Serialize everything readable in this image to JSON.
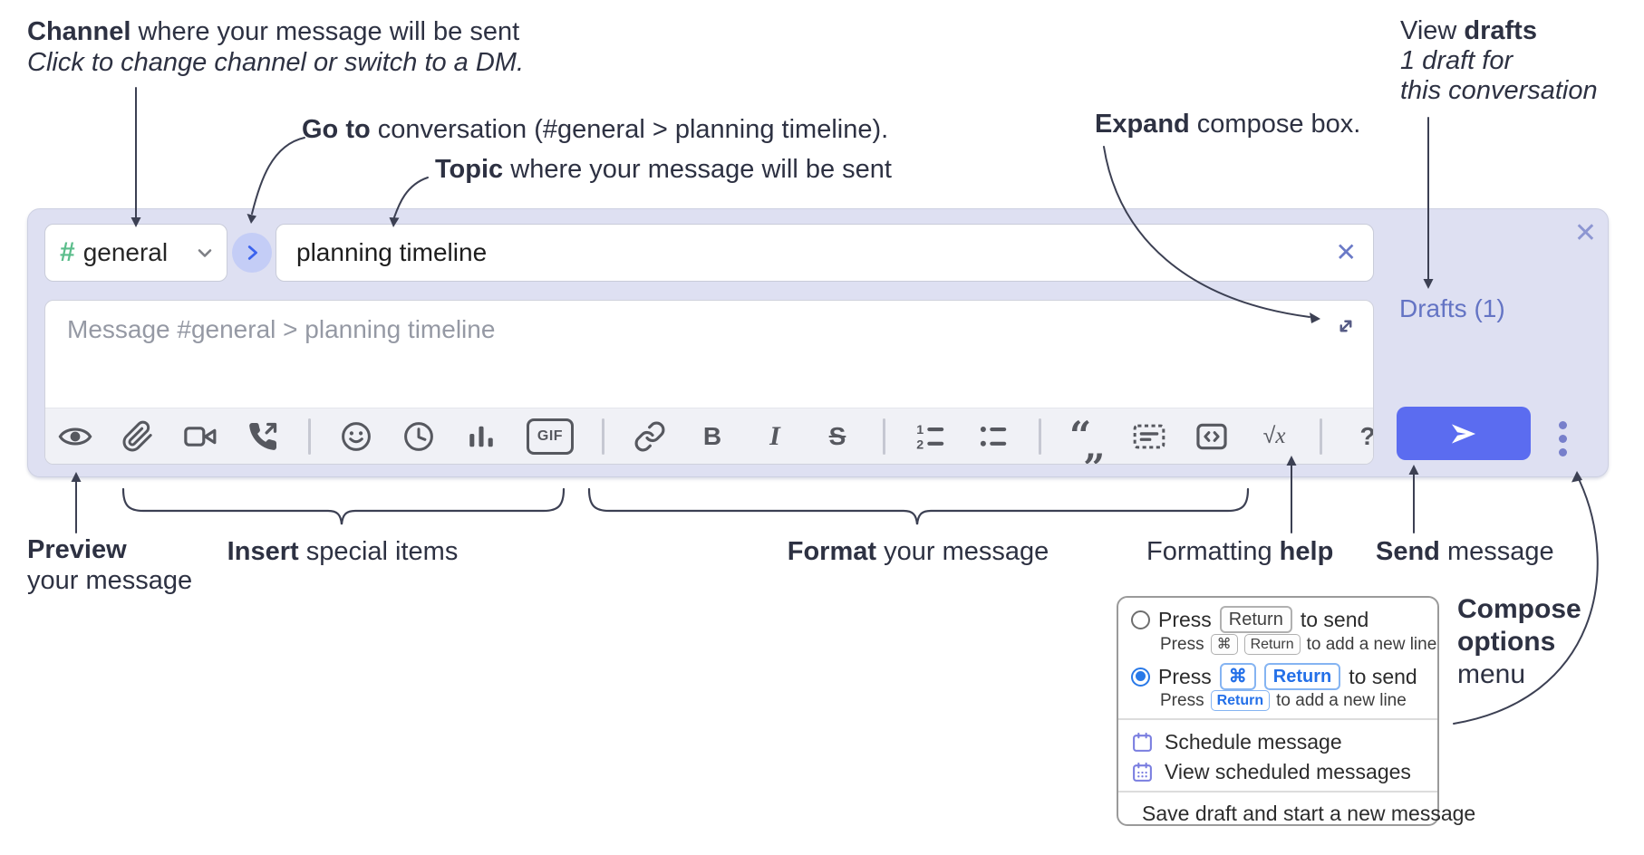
{
  "annotations": {
    "channel": {
      "bold": "Channel",
      "rest": " where your message will be sent",
      "sub": "Click to change channel or switch to a DM."
    },
    "goto": {
      "bold": "Go to",
      "rest": " conversation (#general > planning timeline)."
    },
    "topic": {
      "bold": "Topic",
      "rest": " where your message will be sent"
    },
    "expand": {
      "bold": "Expand",
      "rest": " compose box."
    },
    "drafts": {
      "pre": "View ",
      "bold": "drafts",
      "line2": "1 draft for",
      "line3": "this conversation"
    },
    "preview": {
      "bold": "Preview",
      "line2": "your message"
    },
    "insert": {
      "bold": "Insert",
      "rest": " special items"
    },
    "format": {
      "bold": "Format",
      "rest": " your message"
    },
    "help": {
      "pre": "Formatting ",
      "bold": "help"
    },
    "send": {
      "bold": "Send",
      "rest": " message"
    },
    "compose_options": {
      "line1": "Compose",
      "line2": "options",
      "line3": "menu"
    }
  },
  "compose": {
    "channel": {
      "hash": "#",
      "name": "general"
    },
    "topic_value": "planning timeline",
    "message_placeholder": "Message #general > planning timeline",
    "drafts_link": "Drafts (1)",
    "icons": {
      "close": "✕",
      "clear": "✕"
    },
    "toolbar_glyphs": {
      "bold": "B",
      "italic": "I",
      "strike": "S",
      "gif": "GIF",
      "math_radical": "√",
      "math_x": "x",
      "help": "?",
      "quote_open": "“",
      "quote_close": "„"
    },
    "toolbar_icon_names": [
      "preview-eye",
      "attach-file",
      "video-call",
      "voice-call",
      "emoji",
      "time",
      "poll",
      "gif",
      "link",
      "bold",
      "italic",
      "strikethrough",
      "numbered-list",
      "bulleted-list",
      "quote",
      "spoiler",
      "code",
      "math",
      "help"
    ]
  },
  "popup": {
    "option1": {
      "pre": "Press",
      "key": "Return",
      "post": "to send",
      "sub_pre": "Press",
      "sub_key1": "⌘",
      "sub_key2": "Return",
      "sub_post": "to add a new line",
      "selected": false
    },
    "option2": {
      "pre": "Press",
      "key1": "⌘",
      "key2": "Return",
      "post": "to send",
      "sub_pre": "Press",
      "sub_key": "Return",
      "sub_post": "to add a new line",
      "selected": true
    },
    "items": [
      {
        "label": "Schedule message"
      },
      {
        "label": "View scheduled messages"
      },
      {
        "label": "Save draft and start a new message"
      }
    ]
  },
  "colors": {
    "container_bg": "#dee0f2",
    "send_button": "#5b6cf0",
    "drafts_link": "#6474c4",
    "channel_hash_green": "#5bbd8b",
    "toolbar_icon_gray": "#56585f",
    "popup_blue": "#2979e8",
    "menu_icon_purple": "#7a7ee0",
    "annotation_ink": "#2d3142"
  }
}
